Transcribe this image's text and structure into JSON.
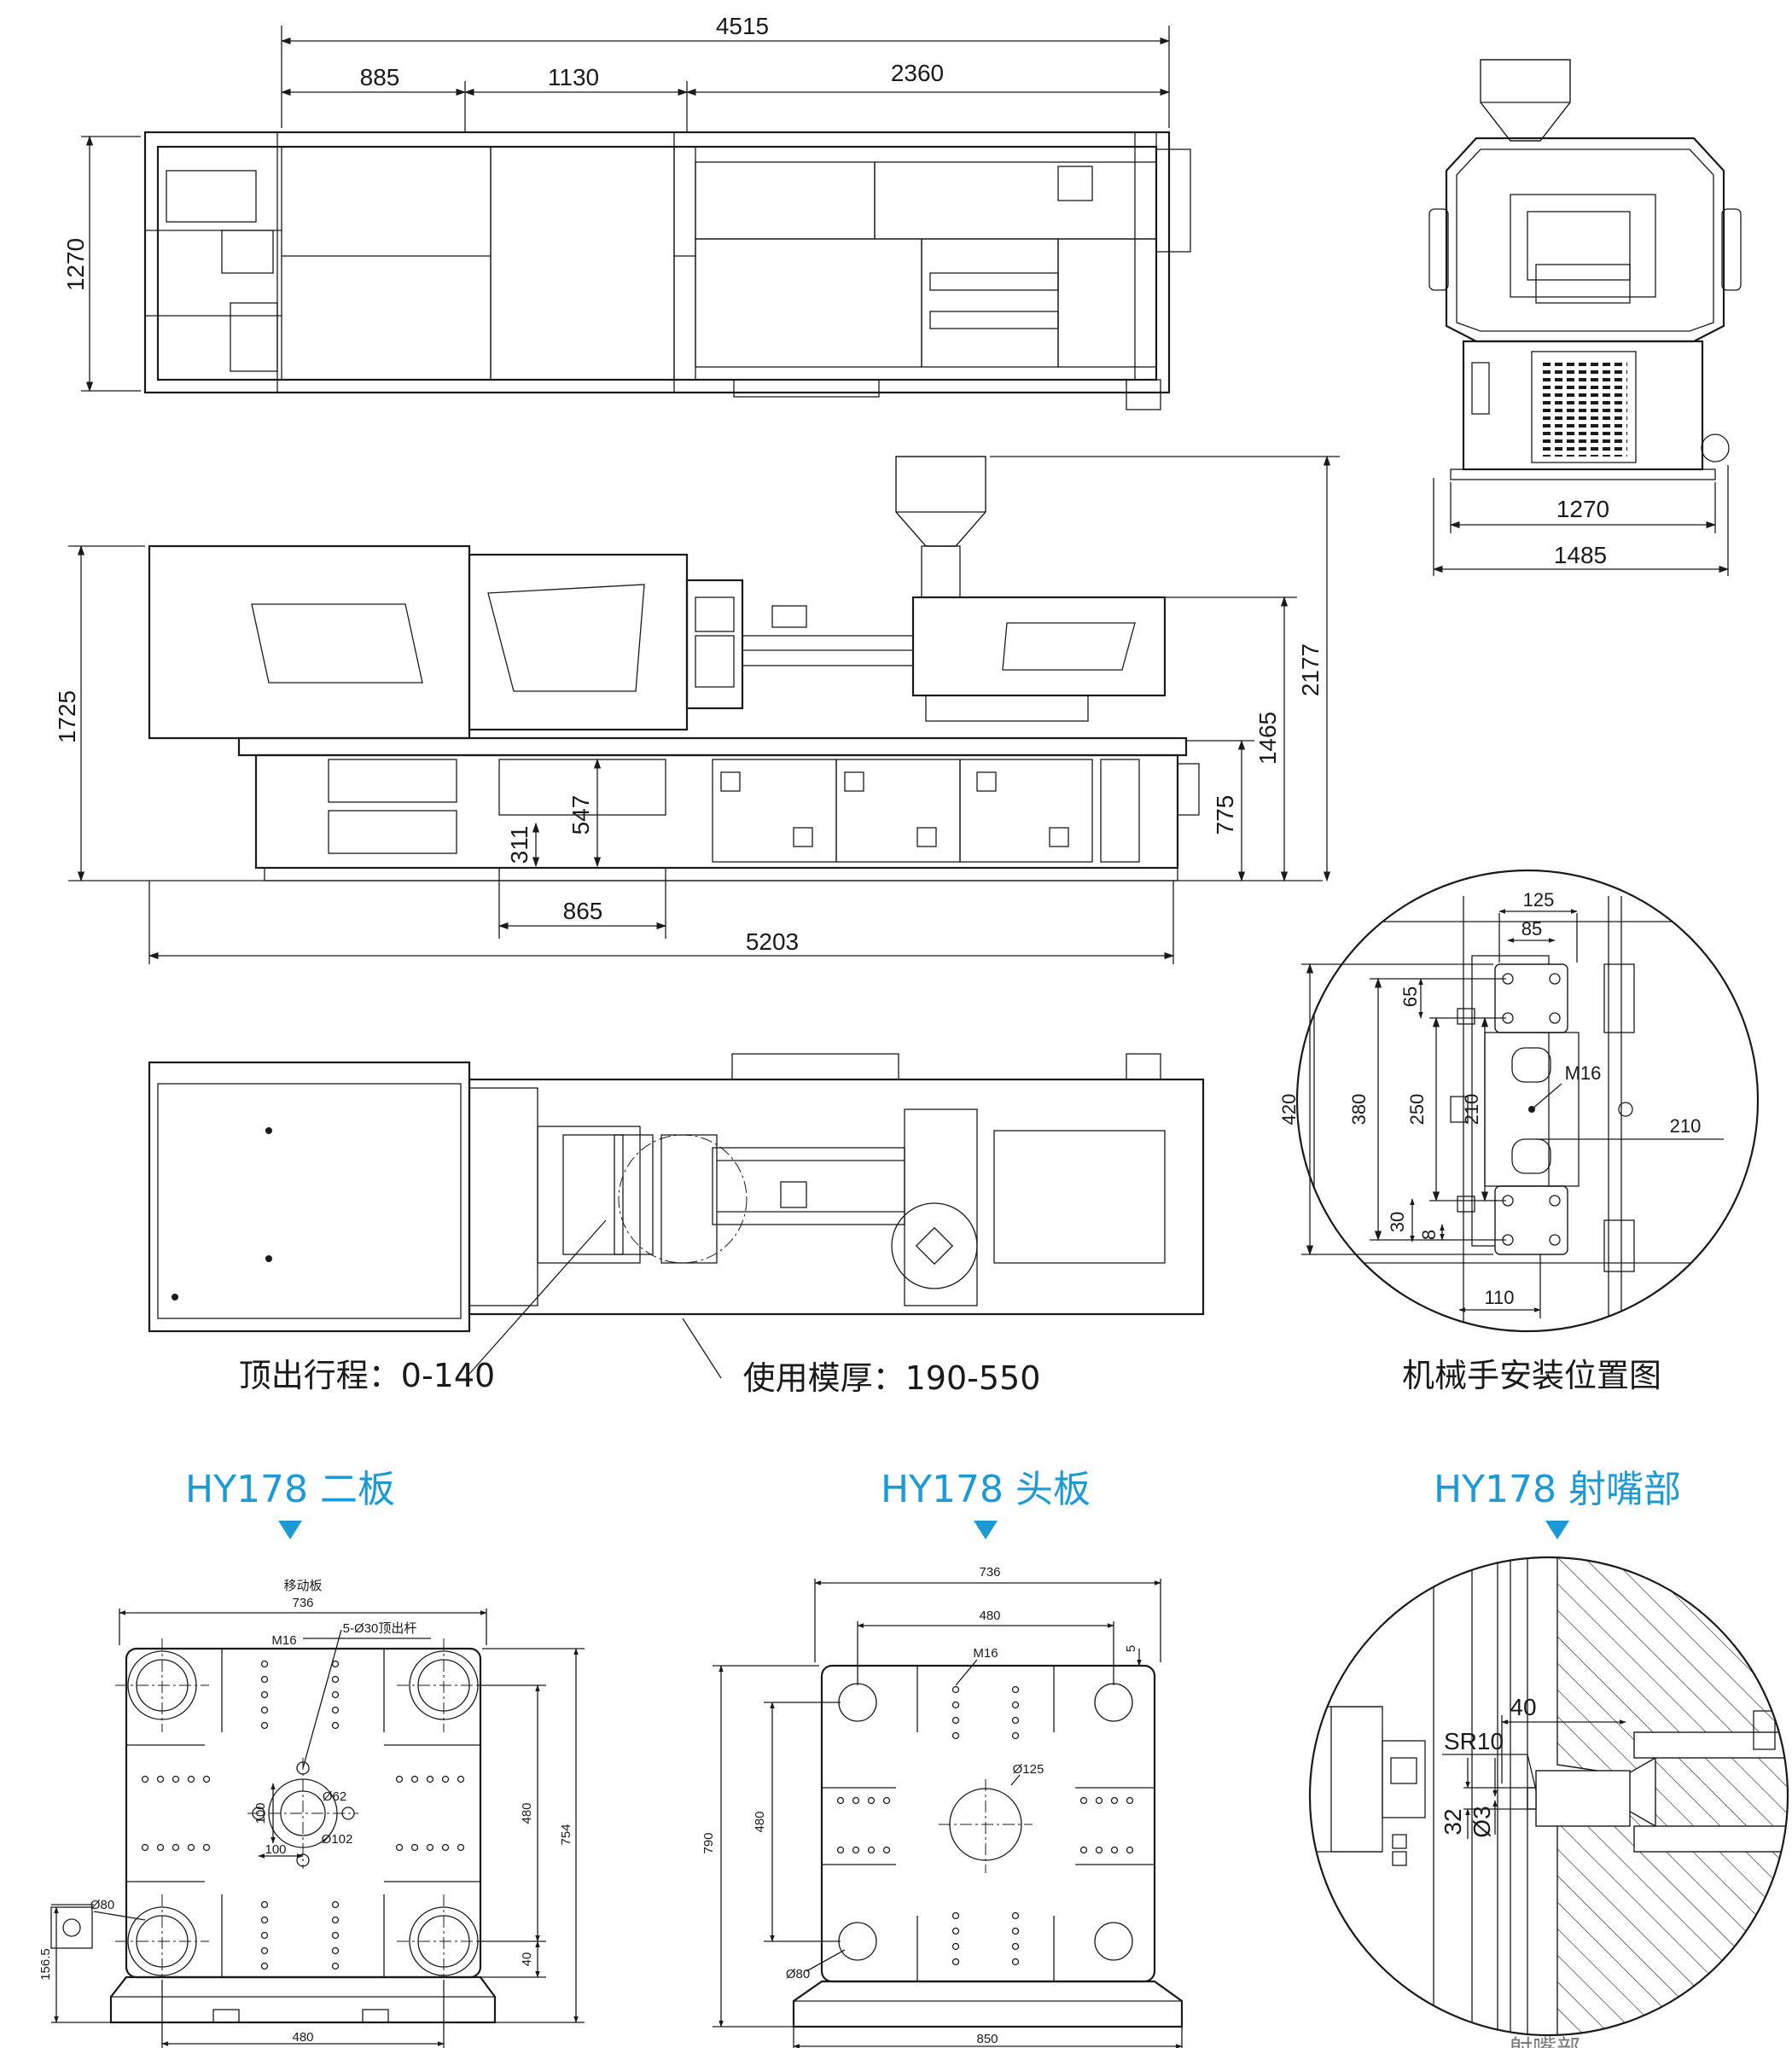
{
  "colors": {
    "line": "#1a1a1a",
    "accent": "#1b9ad6",
    "caption": "#7a7a7a"
  },
  "top_view": {
    "dims": {
      "overall": "4515",
      "seg1": "885",
      "seg2": "1130",
      "seg3": "2360",
      "width": "1270"
    }
  },
  "end_view": {
    "dims": {
      "inner": "1270",
      "outer": "1485"
    }
  },
  "side_view": {
    "dims": {
      "height_total": "1725",
      "height_hopper": "2177",
      "height_nozzle": "1465",
      "height_table": "775",
      "d547": "547",
      "d311": "311",
      "d865": "865",
      "length": "5203"
    }
  },
  "plan_view": {
    "labels": {
      "ejector_stroke": "顶出行程：0-140",
      "mold_thickness": "使用模厚：190-550"
    }
  },
  "robot_mount": {
    "caption": "机械手安装位置图",
    "dims": {
      "d125": "125",
      "d85": "85",
      "d65": "65",
      "d420": "420",
      "d380": "380",
      "d250": "250",
      "d210v": "210",
      "m16": "M16",
      "d210h": "210",
      "d30": "30",
      "d8": "8",
      "d110": "110"
    }
  },
  "moving_platen": {
    "title": "HY178 二板",
    "dims": {
      "name": "移动板",
      "d736": "736",
      "bolts": "5-Ø30顶出杆",
      "m16": "M16",
      "d100a": "100",
      "d62": "Ø62",
      "d100b": "100",
      "d102": "Ø102",
      "d80": "Ø80",
      "d480v": "480",
      "d754": "754",
      "d40": "40",
      "d156": "156.5",
      "d480h": "480"
    }
  },
  "fixed_platen": {
    "title": "HY178 头板",
    "dims": {
      "d736": "736",
      "d480top": "480",
      "m16": "M16",
      "d5": "5",
      "d125": "Ø125",
      "d790": "790",
      "d480v": "480",
      "d80": "Ø80",
      "d850": "850"
    }
  },
  "nozzle": {
    "title": "HY178 射嘴部",
    "caption": "射嘴部",
    "dims": {
      "d40": "40",
      "sr10": "SR10",
      "d32": "32",
      "d3": "Ø3"
    }
  }
}
